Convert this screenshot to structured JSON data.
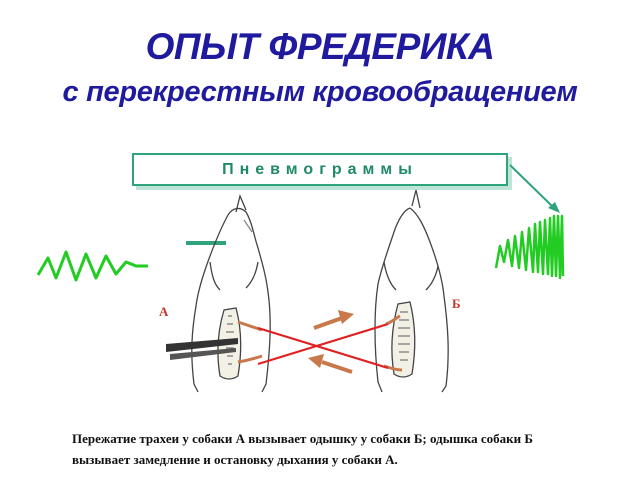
{
  "title": "ОПЫТ ФРЕДЕРИКА",
  "subtitle": "с перекрестным кровообращением",
  "pneumograms_label": "Пневмограммы",
  "dog_a_label": "А",
  "dog_b_label": "Б",
  "caption_line1": "Пережатие трахеи у собаки А вызывает одышку у собаки Б;  одышка собаки Б",
  "caption_line2": "вызывает замедление и остановку дыхания у  собаки  А.",
  "colors": {
    "title": "#1f1a9e",
    "pneumogram_wave": "#22cc22",
    "box_border": "#2fa37d",
    "cross_lines": "#e02020",
    "arrows": "#c8784a",
    "labels": "#c0392b"
  }
}
